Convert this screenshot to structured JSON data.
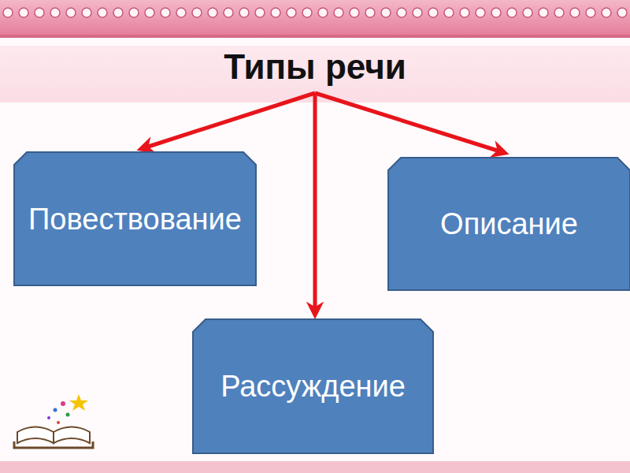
{
  "diagram": {
    "title": "Типы речи",
    "nodes": [
      {
        "text": [
          "Повествование"
        ]
      },
      {
        "text": [
          "Описание"
        ]
      },
      {
        "text": [
          "Рассуждение"
        ]
      }
    ]
  }
}
